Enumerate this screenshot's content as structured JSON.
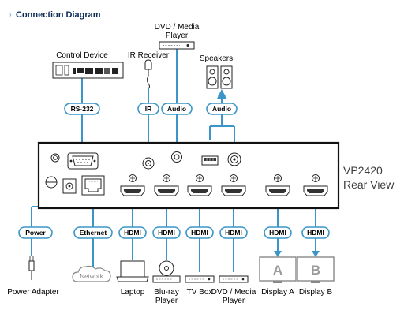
{
  "title": "Connection Diagram",
  "device": {
    "model": "VP2420",
    "view": "Rear View"
  },
  "top": {
    "control_device": "Control Device",
    "ir_receiver": "IR Receiver",
    "dvd_player_line1": "DVD / Media",
    "dvd_player_line2": "Player",
    "speakers": "Speakers"
  },
  "top_pills": {
    "rs232": "RS-232",
    "ir": "IR",
    "audio1": "Audio",
    "audio2": "Audio"
  },
  "bottom_pills": {
    "power": "Power",
    "ethernet": "Ethernet",
    "hdmi1": "HDMI",
    "hdmi2": "HDMI",
    "hdmi3": "HDMI",
    "hdmi4": "HDMI",
    "hdmi5": "HDMI",
    "hdmi6": "HDMI"
  },
  "bottom_devices": {
    "power_adapter": "Power Adapter",
    "network": "Network",
    "laptop": "Laptop",
    "bluray_line1": "Blu-ray",
    "bluray_line2": "Player",
    "tvbox": "TV Box",
    "dvd_line1": "DVD / Media",
    "dvd_line2": "Player",
    "display_a": "Display A",
    "display_b": "Display B",
    "display_a_letter": "A",
    "display_b_letter": "B"
  },
  "colors": {
    "accent": "#3b95c9",
    "title": "#0b2a55",
    "device_text": "#3d3d3d"
  }
}
